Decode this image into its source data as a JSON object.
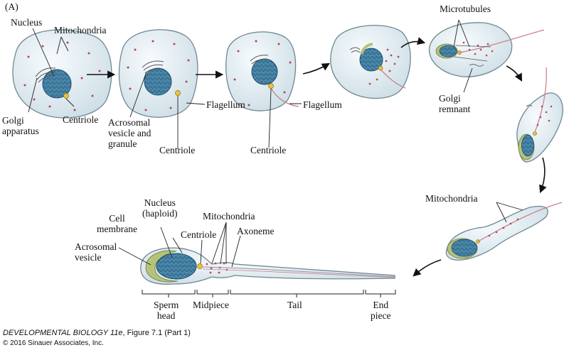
{
  "panel_label": "(A)",
  "labels": {
    "nucleus": "Nucleus",
    "mitochondria_1": "Mitochondria",
    "golgi_apparatus": "Golgi\napparatus",
    "centriole_1": "Centriole",
    "acrosomal_vesicle_granule": "Acrosomal\nvesicle and\ngranule",
    "centriole_2": "Centriole",
    "flagellum_1": "Flagellum",
    "flagellum_2": "Flagellum",
    "centriole_3": "Centriole",
    "microtubules": "Microtubules",
    "golgi_remnant": "Golgi\nremnant",
    "mitochondria_2": "Mitochondria",
    "nucleus_haploid": "Nucleus\n(haploid)",
    "mitochondria_3": "Mitochondria",
    "cell_membrane": "Cell\nmembrane",
    "centriole_4": "Centriole",
    "axoneme": "Axoneme",
    "acrosomal_vesicle": "Acrosomal\nvesicle"
  },
  "regions": {
    "sperm_head": "Sperm\nhead",
    "midpiece": "Midpiece",
    "tail": "Tail",
    "end_piece": "End\npiece"
  },
  "caption": {
    "book_title": "DEVELOPMENTAL BIOLOGY 11e",
    "figure_ref": ", Figure 7.1 (Part 1)",
    "copyright": "© 2016 Sinauer Associates, Inc."
  },
  "colors": {
    "cell_fill": "#e4eef3",
    "cell_stroke": "#6f8791",
    "nucleus_fill": "#3e7da0",
    "nucleus_texture": "#1d4e6c",
    "mitochondria": "#b4455a",
    "centriole": "#f0c23a",
    "acrosome": "#b5c27a",
    "flagellum": "#c9868e",
    "text": "#111111"
  }
}
